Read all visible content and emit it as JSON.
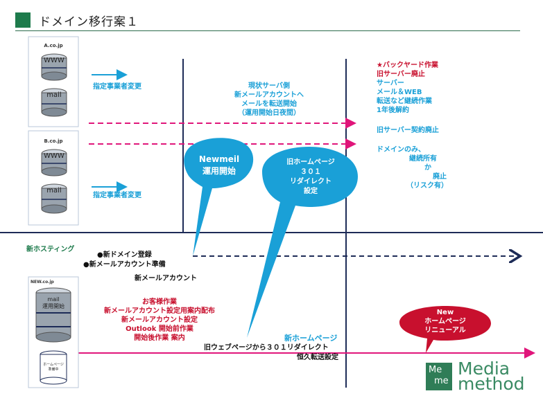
{
  "header": {
    "title": "ドメイン移行案１"
  },
  "servers": {
    "a": {
      "label": "A.co.jp",
      "www": "WWW",
      "mail": "mail"
    },
    "b": {
      "label": "B.co.jp",
      "www": "WWW",
      "mail": "mail"
    },
    "new": {
      "label": "NEW.co.jp",
      "mail_line1": "mail",
      "mail_line2": "運用開始",
      "hp_line1": "ホームページ",
      "hp_line2": "準備中"
    }
  },
  "annotations": {
    "a_change": "指定事業者変更",
    "b_change": "指定事業者変更",
    "current_server": [
      "現状サーバ側",
      "新メールアカウントへ",
      "メールを転送開始",
      "（運用開始日夜間）"
    ],
    "backyard": [
      "★バックヤード作業",
      "旧サーバー廃止"
    ],
    "server_side": [
      "サーバー",
      "メール＆WEB",
      "転送など継続作業",
      "1年後解約"
    ],
    "old_server_contract": "旧サーバー契約廃止",
    "domain_only": [
      "ドメインのみ、",
      "継続所有",
      "か",
      "廃止",
      "（リスク有）"
    ],
    "new_hosting": "新ホスティング",
    "new_domain": "●新ドメイン登録",
    "new_mail_prep": "●新メールアカウント準備",
    "new_mail_account": "新メールアカウント",
    "customer_work": [
      "お客様作業",
      "新メールアカウント設定用案内配布",
      "新メールアカウント設定",
      "Outlook 開始前作業",
      "開始後作業 案内"
    ],
    "new_homepage": "新ホームページ",
    "redirect_note": "旧ウェブページから３０１リダイレクト",
    "permanent_note": "恒久転送設定"
  },
  "bubbles": {
    "newmeil": [
      "Newmeil",
      "運用開始"
    ],
    "redirect": [
      "旧ホームページ",
      "３０１",
      "リダイレクト",
      "設定"
    ],
    "renewal": [
      "New",
      "ホームページ",
      "リニューアル"
    ]
  },
  "logo": {
    "mark_top": "Me",
    "mark_bottom": "me",
    "line1": "Media",
    "line2": "method"
  },
  "colors": {
    "accent_green": "#1e7b4c",
    "blue": "#1aa0d7",
    "red": "#c8102e",
    "pink": "#e0157a",
    "navy": "#1d2b57"
  }
}
